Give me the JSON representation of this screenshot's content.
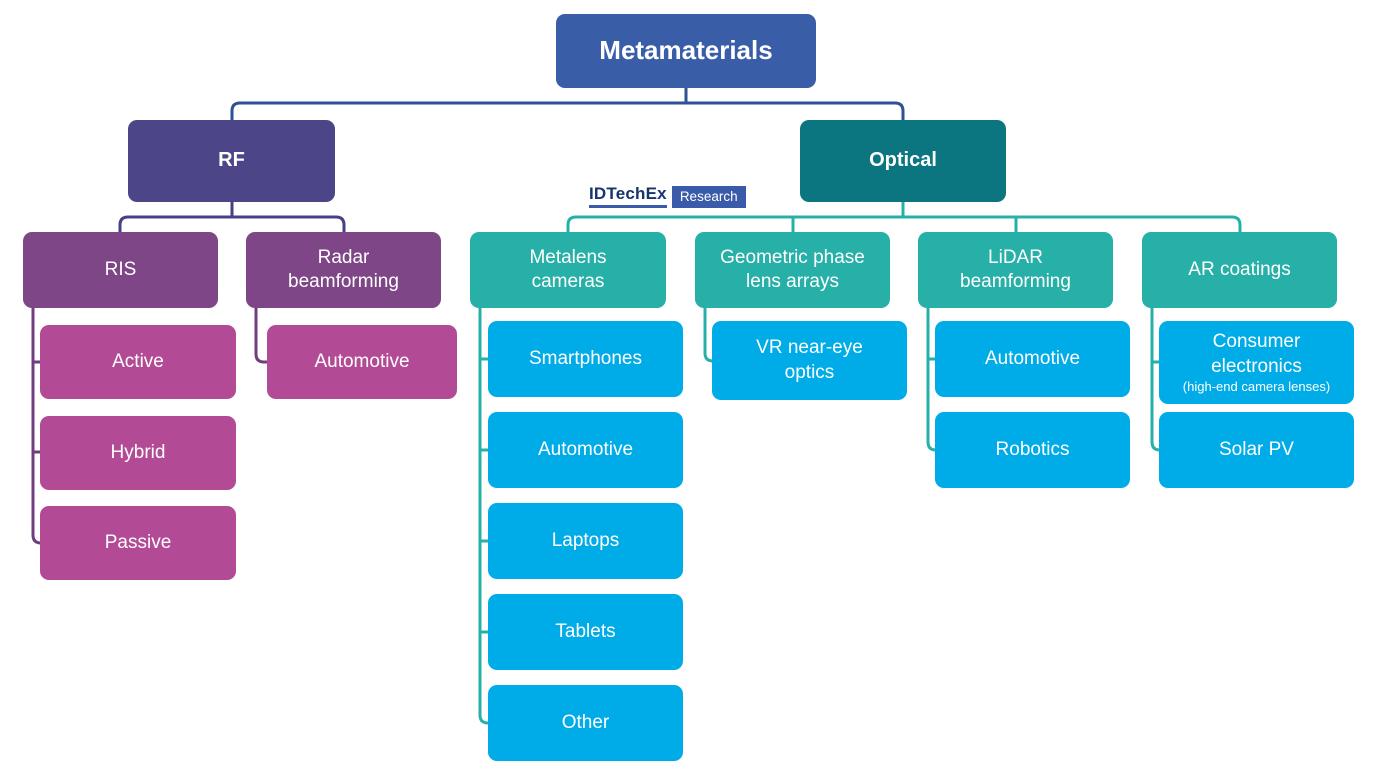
{
  "diagram": {
    "root": {
      "label": "Metamaterials"
    },
    "branches": [
      {
        "label": "RF",
        "children": [
          {
            "label": "RIS",
            "children": [
              {
                "label": "Active"
              },
              {
                "label": "Hybrid"
              },
              {
                "label": "Passive"
              }
            ]
          },
          {
            "label": "Radar\nbeamforming",
            "children": [
              {
                "label": "Automotive"
              }
            ]
          }
        ]
      },
      {
        "label": "Optical",
        "children": [
          {
            "label": "Metalens\ncameras",
            "children": [
              {
                "label": "Smartphones"
              },
              {
                "label": "Automotive"
              },
              {
                "label": "Laptops"
              },
              {
                "label": "Tablets"
              },
              {
                "label": "Other"
              }
            ]
          },
          {
            "label": "Geometric phase\nlens arrays",
            "children": [
              {
                "label": "VR near-eye\noptics"
              }
            ]
          },
          {
            "label": "LiDAR\nbeamforming",
            "children": [
              {
                "label": "Automotive"
              },
              {
                "label": "Robotics"
              }
            ]
          },
          {
            "label": "AR coatings",
            "children": [
              {
                "label": "Consumer\nelectronics",
                "note": "(high-end camera lenses)"
              },
              {
                "label": "Solar PV"
              }
            ]
          }
        ]
      }
    ]
  },
  "logo": {
    "brand": "IDTechEx",
    "label": "Research"
  },
  "colors": {
    "root_box": "#3a5da8",
    "rf_box": "#4c4689",
    "optical_box": "#0c7680",
    "plum_box": "#7f4687",
    "magenta_box": "#b34a96",
    "teal_box": "#27b0a8",
    "light_blue_box": "#00ace8",
    "root_line": "#2e5295",
    "rf_line": "#454088",
    "ris_line": "#6f3e7e",
    "optical_line": "#27b0a8",
    "logo_navy": "#16356c",
    "logo_blue": "#3a5ba9",
    "text": "#ffffff"
  }
}
